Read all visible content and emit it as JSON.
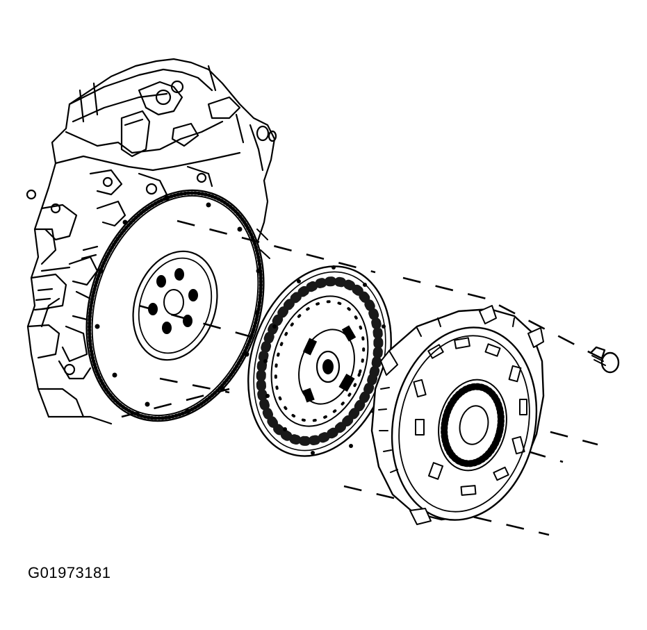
{
  "figure": {
    "id_label": "G01973181"
  },
  "parts": [
    {
      "name": "engine-block-rear",
      "icon": "engine-icon"
    },
    {
      "name": "flywheel",
      "icon": "flywheel-icon"
    },
    {
      "name": "clutch-disc",
      "icon": "clutch-disc-icon"
    },
    {
      "name": "pressure-plate",
      "icon": "pressure-plate-icon"
    },
    {
      "name": "bolt",
      "icon": "bolt-icon"
    }
  ],
  "colors": {
    "ink": "#000000",
    "paper": "#ffffff"
  }
}
